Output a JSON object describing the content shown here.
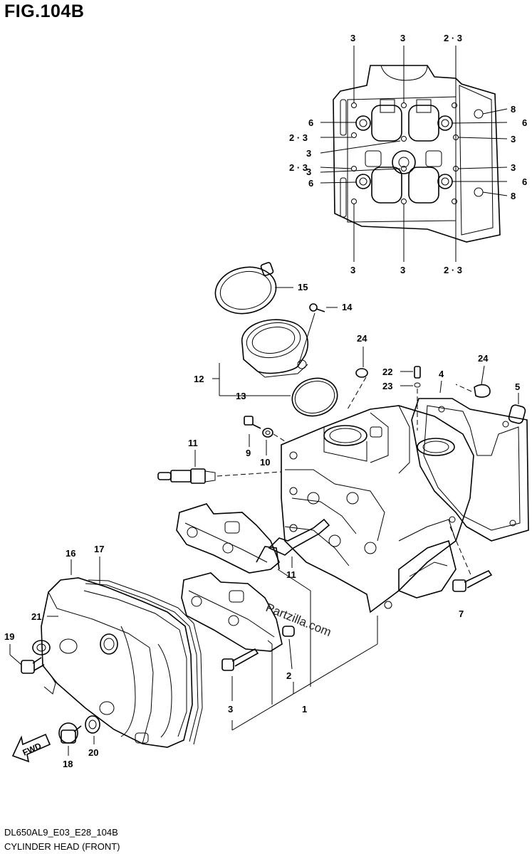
{
  "figure": {
    "title": "FIG.104B",
    "code": "DL650AL9_E03_E28_104B",
    "caption": "CYLINDER HEAD (FRONT)",
    "watermark": "Partzilla.com",
    "fwd_label": "FWD"
  },
  "callouts": {
    "top_bolts": [
      "3",
      "3",
      "2 · 3"
    ],
    "left_labels": [
      "6",
      "2 · 3",
      "3",
      "3",
      "2 · 3",
      "6"
    ],
    "right_labels": [
      "8",
      "6",
      "3",
      "3",
      "6",
      "8"
    ],
    "bottom_bolts": [
      "3",
      "3",
      "2 · 3"
    ],
    "main": {
      "p1": "1",
      "p2": "2",
      "p3": "3",
      "p4": "4",
      "p5": "5",
      "p7": "7",
      "p9": "9",
      "p10": "10",
      "p11a": "11",
      "p11b": "11",
      "p12": "12",
      "p13": "13",
      "p14": "14",
      "p15": "15",
      "p16": "16",
      "p17": "17",
      "p18": "18",
      "p19": "19",
      "p20": "20",
      "p21": "21",
      "p22": "22",
      "p23": "23",
      "p24a": "24",
      "p24b": "24"
    }
  },
  "icons": [
    "fwd-arrow-icon",
    "bolt-icon",
    "spark-plug-icon",
    "clamp-icon",
    "o-ring-icon",
    "gasket-icon"
  ]
}
